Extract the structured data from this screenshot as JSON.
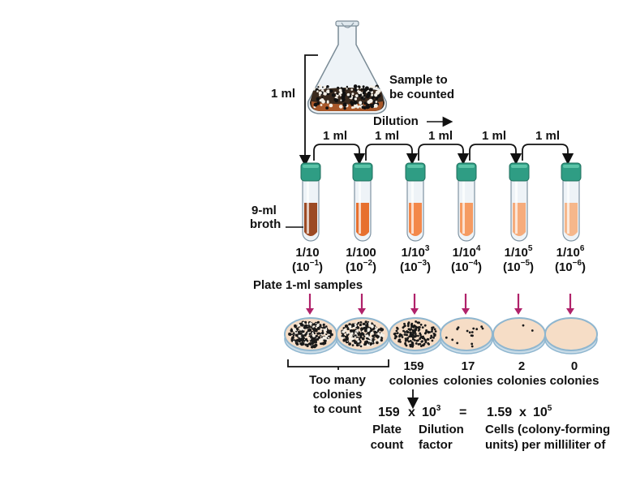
{
  "colors": {
    "cap": "#2f9d84",
    "cap_dark": "#1f6e5c",
    "arrow_plate": "#b0226a",
    "dish_edge": "#8fb6cf",
    "dish_fill": "#f6ddc6",
    "tube_glass": "#eef3f7",
    "broth": [
      "#9c4a24",
      "#e7702e",
      "#f3884a",
      "#f59b62",
      "#f6ac7c",
      "#f6b78b"
    ]
  },
  "flask": {
    "label_line1": "Sample to",
    "label_line2": "be counted"
  },
  "transfer_label_first": "1 ml",
  "dilution_label": "Dilution",
  "transfer_labels": [
    "1 ml",
    "1 ml",
    "1 ml",
    "1 ml",
    "1 ml"
  ],
  "broth_label_line1": "9-ml",
  "broth_label_line2": "broth",
  "tubes": [
    {
      "fraction": "1/10",
      "fraction_base": "",
      "fraction_exp": "",
      "power_base": "(10",
      "power_exp": "−1",
      "power_close": ")"
    },
    {
      "fraction": "1/100",
      "fraction_base": "",
      "fraction_exp": "",
      "power_base": "(10",
      "power_exp": "−2",
      "power_close": ")"
    },
    {
      "fraction": "",
      "fraction_base": "1/10",
      "fraction_exp": "3",
      "power_base": "(10",
      "power_exp": "−3",
      "power_close": ")"
    },
    {
      "fraction": "",
      "fraction_base": "1/10",
      "fraction_exp": "4",
      "power_base": "(10",
      "power_exp": "−4",
      "power_close": ")"
    },
    {
      "fraction": "",
      "fraction_base": "1/10",
      "fraction_exp": "5",
      "power_base": "(10",
      "power_exp": "−5",
      "power_close": ")"
    },
    {
      "fraction": "",
      "fraction_base": "1/10",
      "fraction_exp": "6",
      "power_base": "(10",
      "power_exp": "−6",
      "power_close": ")"
    }
  ],
  "plate_label": "Plate 1-ml samples",
  "plates": [
    {
      "count": "",
      "colonies_label": "",
      "density": "many"
    },
    {
      "count": "",
      "colonies_label": "",
      "density": "many"
    },
    {
      "count": "159",
      "colonies_label": "colonies",
      "density": 159
    },
    {
      "count": "17",
      "colonies_label": "colonies",
      "density": 17
    },
    {
      "count": "2",
      "colonies_label": "colonies",
      "density": 2
    },
    {
      "count": "0",
      "colonies_label": "colonies",
      "density": 0
    }
  ],
  "too_many": [
    "Too many",
    "colonies",
    "to count"
  ],
  "equation": {
    "count": "159",
    "times1": "x",
    "factor_base": "10",
    "factor_exp": "3",
    "equals": "=",
    "result_mantissa": "1.59",
    "times2": "x",
    "result_base": "10",
    "result_exp": "5"
  },
  "captions": {
    "plate_count_1": "Plate",
    "plate_count_2": "count",
    "dilution_factor_1": "Dilution",
    "dilution_factor_2": "factor",
    "cells_1": "Cells (colony-forming",
    "cells_2": "units) per milliliter of"
  }
}
